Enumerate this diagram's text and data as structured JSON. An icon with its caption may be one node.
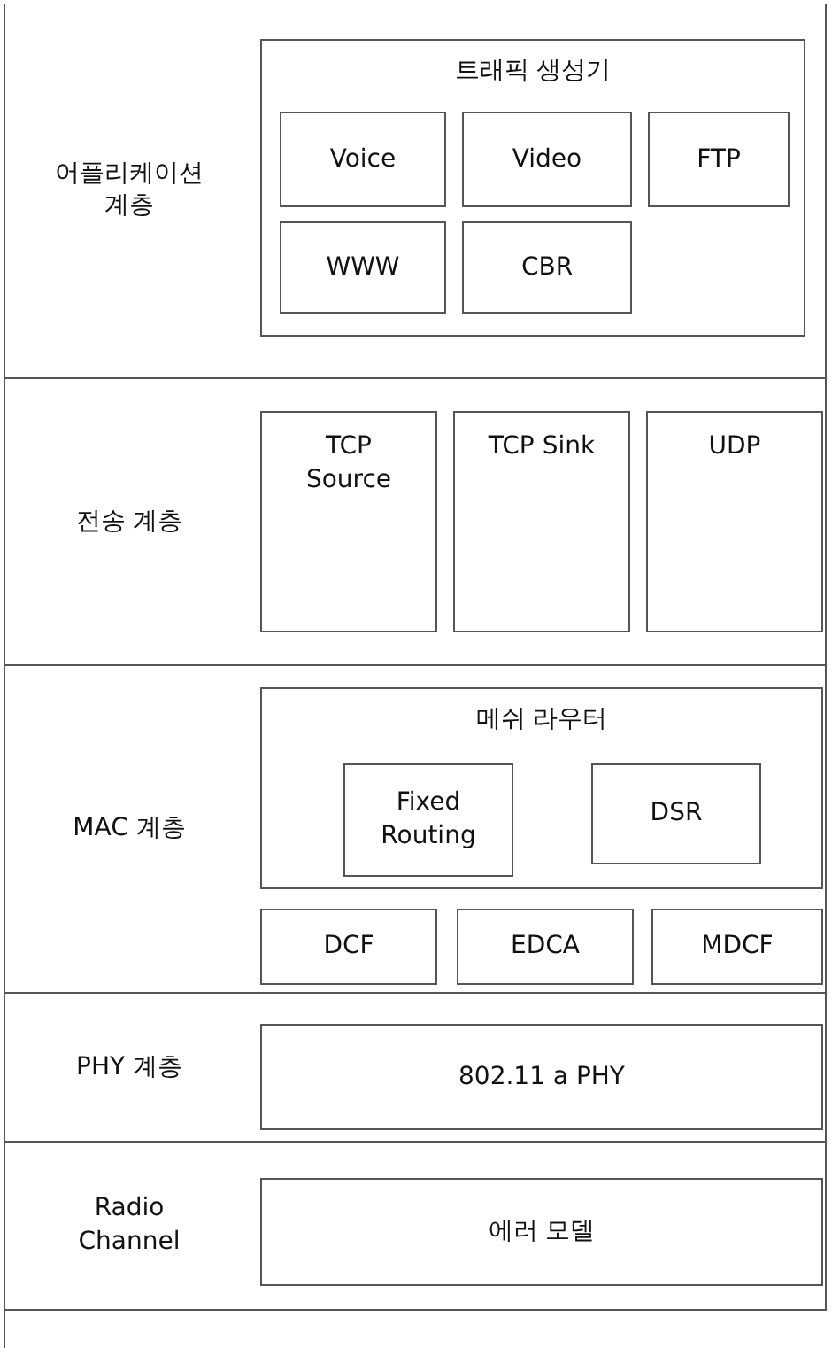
{
  "diagram": {
    "nodes": [
      {
        "text": [
          "어플리케이션 계층"
        ]
      },
      {
        "text": [
          "트래픽 생성기"
        ],
        "in": 0
      },
      {
        "text": [
          "Voice"
        ],
        "in": 1
      },
      {
        "text": [
          "Video"
        ],
        "in": 1
      },
      {
        "text": [
          "FTP"
        ],
        "in": 1
      },
      {
        "text": [
          "WWW"
        ],
        "in": 1
      },
      {
        "text": [
          "CBR"
        ],
        "in": 1
      },
      {
        "text": [
          "전송 계층"
        ]
      },
      {
        "text": [
          "TCP Source"
        ],
        "in": 7
      },
      {
        "text": [
          "TCP Sink"
        ],
        "in": 7
      },
      {
        "text": [
          "UDP"
        ],
        "in": 7
      },
      {
        "text": [
          "MAC 계층"
        ]
      },
      {
        "text": [
          "메쉬 라우터"
        ],
        "in": 11
      },
      {
        "text": [
          "Fixed Routing"
        ],
        "in": 12
      },
      {
        "text": [
          "DSR"
        ],
        "in": 12
      },
      {
        "text": [
          "DCF"
        ],
        "in": 11
      },
      {
        "text": [
          "EDCA"
        ],
        "in": 11
      },
      {
        "text": [
          "MDCF"
        ],
        "in": 11
      },
      {
        "text": [
          "PHY 계층"
        ]
      },
      {
        "text": [
          "802.11 a PHY"
        ],
        "in": 18
      },
      {
        "text": [
          "Radio Channel"
        ]
      },
      {
        "text": [
          "에러 모델"
        ],
        "in": 20
      }
    ],
    "edges": []
  }
}
